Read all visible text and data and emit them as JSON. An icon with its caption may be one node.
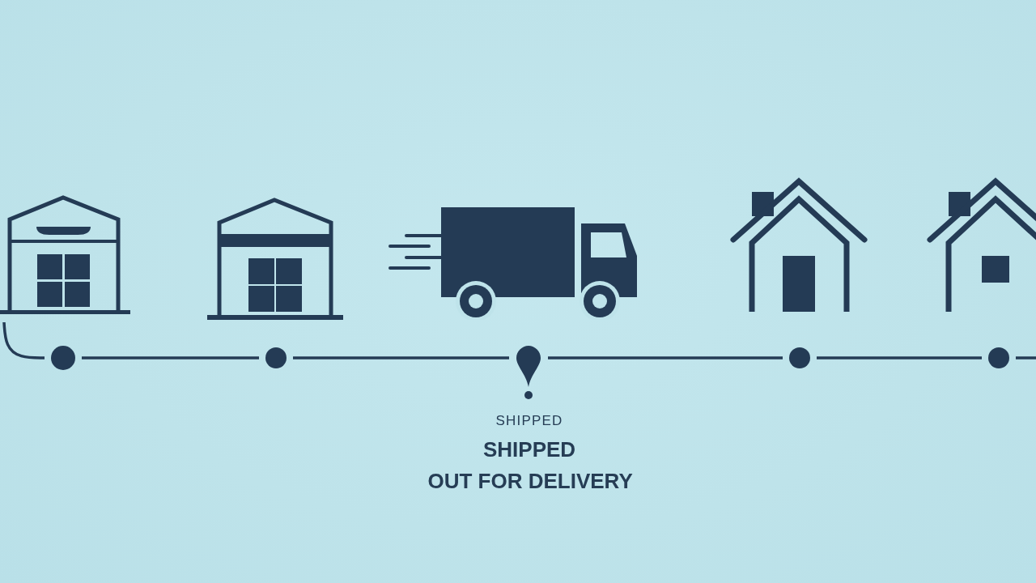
{
  "diagram": {
    "nodes": [
      {
        "text": [],
        "shape": "picture"
      },
      {
        "text": [],
        "shape": "picture"
      },
      {
        "text": [],
        "shape": "picture"
      },
      {
        "text": [],
        "shape": "picture"
      },
      {
        "text": [],
        "shape": "picture"
      },
      {
        "text": [],
        "shape": "circle"
      },
      {
        "text": [],
        "shape": "circle"
      },
      {
        "text": [],
        "shape": "pin"
      },
      {
        "text": [],
        "shape": "circle"
      },
      {
        "text": [],
        "shape": "circle"
      }
    ],
    "edges": [
      {
        "from": 0,
        "to": 5,
        "arrow": "none"
      },
      {
        "from": 5,
        "to": 6,
        "arrow": "none"
      },
      {
        "from": 6,
        "to": 7,
        "arrow": "none"
      },
      {
        "from": 7,
        "to": 8,
        "arrow": "none"
      },
      {
        "from": 8,
        "to": 9,
        "arrow": "none"
      },
      {
        "from": 9,
        "to": null,
        "arrow": "none"
      }
    ],
    "labels": [
      "SHIPPED",
      "SHIPPED",
      "OUT FOR DELIVERY"
    ]
  }
}
